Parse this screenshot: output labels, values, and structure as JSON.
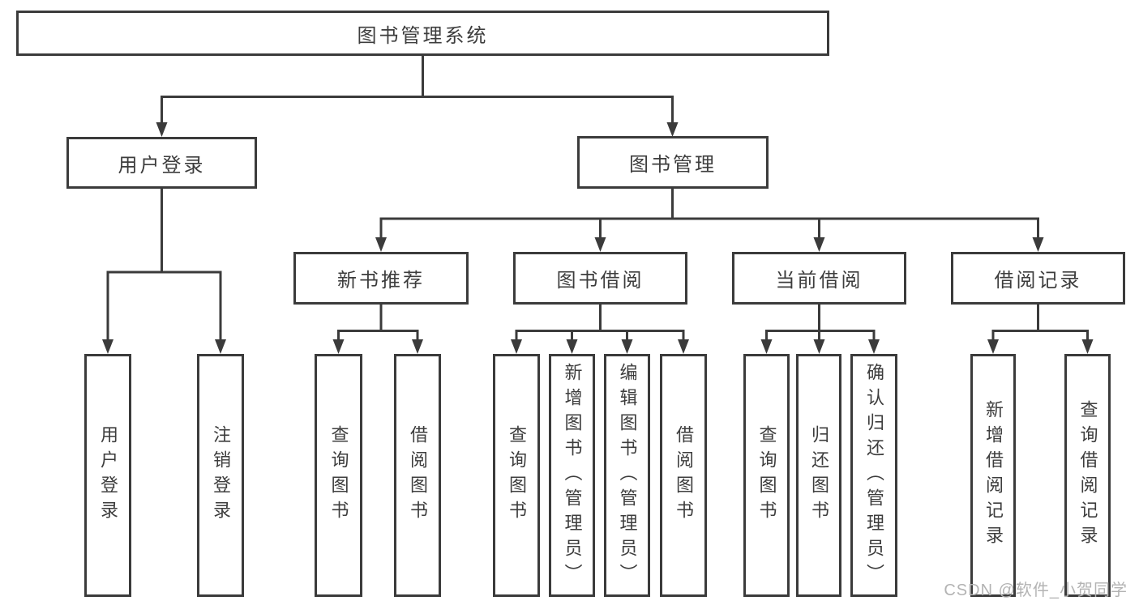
{
  "tree": {
    "root": "图书管理系统",
    "children": [
      {
        "label": "用户登录",
        "children": [
          {
            "label": "用户登录"
          },
          {
            "label": "注销登录"
          }
        ]
      },
      {
        "label": "图书管理",
        "children": [
          {
            "label": "新书推荐",
            "children": [
              {
                "label": "查询图书"
              },
              {
                "label": "借阅图书"
              }
            ]
          },
          {
            "label": "图书借阅",
            "children": [
              {
                "label": "查询图书"
              },
              {
                "label": "新增图书（管理员）"
              },
              {
                "label": "编辑图书（管理员）"
              },
              {
                "label": "借阅图书"
              }
            ]
          },
          {
            "label": "当前借阅",
            "children": [
              {
                "label": "查询图书"
              },
              {
                "label": "归还图书"
              },
              {
                "label": "确认归还（管理员）"
              }
            ]
          },
          {
            "label": "借阅记录",
            "children": [
              {
                "label": "新增借阅记录"
              },
              {
                "label": "查询借阅记录"
              }
            ]
          }
        ]
      }
    ]
  },
  "watermark": {
    "text": "CSDN @软件_小贺同学"
  },
  "colors": {
    "line": "#3b3b3b",
    "text": "#3d3d3d",
    "box_background": "#ffffff",
    "watermark": "#b3b3b3"
  }
}
